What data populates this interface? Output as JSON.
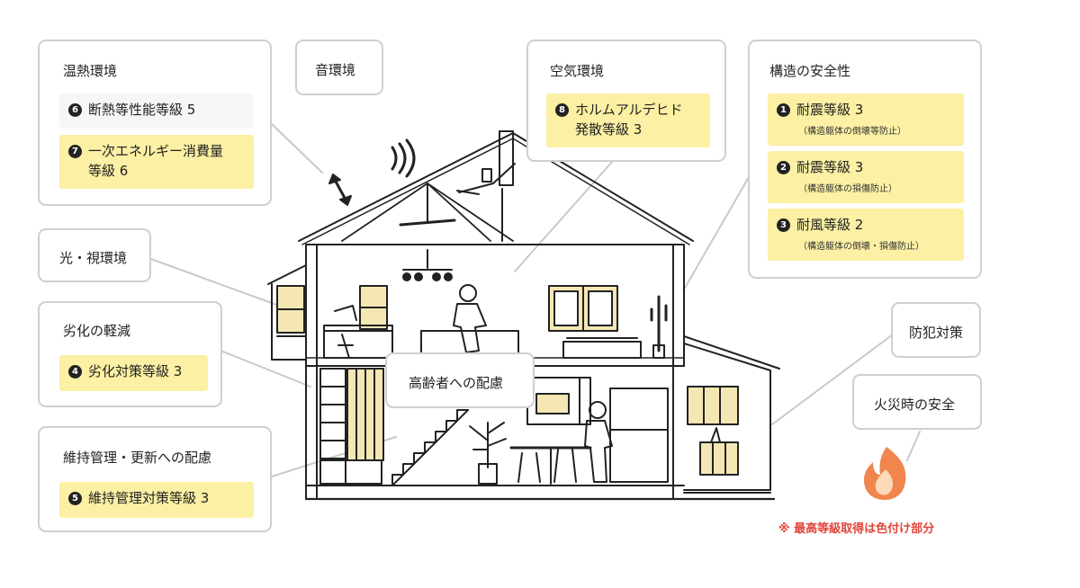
{
  "categories": {
    "thermal": {
      "title": "温熱環境",
      "items": [
        {
          "badge": "6",
          "text": "断熱等性能等級 5",
          "highlight": false
        },
        {
          "badge": "7",
          "line1": "一次エネルギー消費量",
          "line2": "等級 6",
          "highlight": true
        }
      ]
    },
    "sound": {
      "title": "音環境"
    },
    "light": {
      "title": "光・視環境"
    },
    "deterioration": {
      "title": "劣化の軽減",
      "items": [
        {
          "badge": "4",
          "text": "劣化対策等級 3",
          "highlight": true
        }
      ]
    },
    "maintenance": {
      "title": "維持管理・更新への配慮",
      "items": [
        {
          "badge": "5",
          "text": "維持管理対策等級 3",
          "highlight": true
        }
      ]
    },
    "air": {
      "title": "空気環境",
      "items": [
        {
          "badge": "8",
          "line1": "ホルムアルデヒド",
          "line2": "発散等級 3",
          "highlight": true
        }
      ]
    },
    "structure": {
      "title": "構造の安全性",
      "items": [
        {
          "badge": "1",
          "text": "耐震等級 3",
          "note": "（構造躯体の倒壊等防止）",
          "highlight": true
        },
        {
          "badge": "2",
          "text": "耐震等級 3",
          "note": "（構造躯体の損傷防止）",
          "highlight": true
        },
        {
          "badge": "3",
          "text": "耐風等級 2",
          "note": "（構造躯体の倒壊・損傷防止）",
          "highlight": true
        }
      ]
    },
    "crime": {
      "title": "防犯対策"
    },
    "fire": {
      "title": "火災時の安全"
    },
    "elderly": {
      "title": "高齢者への配慮"
    }
  },
  "footnote": "※ 最高等級取得は色付け部分",
  "colors": {
    "highlight": "#fbf0a3",
    "plain_item": "#f6f6f6",
    "card_border": "#cfcfcf",
    "note_red": "#e2453a",
    "flame_outer": "#f0854e",
    "flame_inner": "#fbd9b9"
  }
}
